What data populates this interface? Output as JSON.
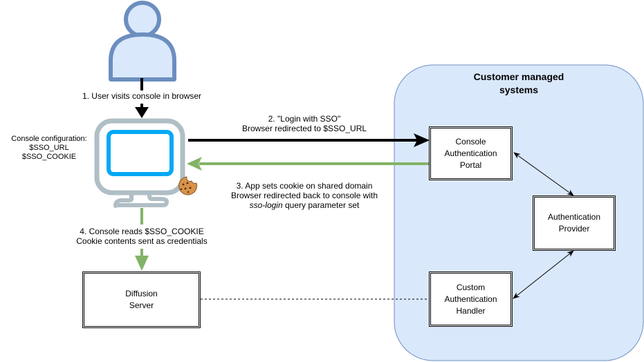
{
  "diagram": {
    "group": {
      "title_line1": "Customer managed",
      "title_line2": "systems",
      "fill": "#dae8fc",
      "stroke": "#6c8ebf"
    },
    "actors": {
      "user": {
        "icon": "user-icon",
        "fill": "#dae8fc",
        "stroke": "#6c8ebf"
      },
      "console": {
        "icon": "monitor-icon",
        "frame": "#b0bec5",
        "screen": "#03a9f4"
      },
      "cookie": {
        "icon": "cookie-icon",
        "fill": "#d9924a"
      }
    },
    "console_config": {
      "line1": "Console configuration:",
      "line2": "$SSO_URL",
      "line3": "$SSO_COOKIE"
    },
    "steps": {
      "step1": {
        "line1": "1. User visits console in browser"
      },
      "step2": {
        "line1": "2. \"Login with SSO\"",
        "line2": "Browser redirected to $SSO_URL"
      },
      "step3": {
        "line1": "3. App sets cookie on shared domain",
        "line2": "Browser redirected back to console with",
        "line3_em": "sso-login",
        "line3_rest": " query parameter set"
      },
      "step4": {
        "line1": "4.  Console reads $SSO_COOKIE",
        "line2": "Cookie contents sent as credentials"
      }
    },
    "nodes": {
      "portal": {
        "line1": "Console",
        "line2": "Authentication",
        "line3": "Portal"
      },
      "provider": {
        "line1": "Authentication",
        "line2": "Provider"
      },
      "handler": {
        "line1": "Custom",
        "line2": "Authentication",
        "line3": "Handler"
      },
      "diffusion": {
        "line1": "Diffusion",
        "line2": "Server"
      }
    },
    "colors": {
      "green_arrow": "#82b366",
      "black_arrow": "#000000"
    }
  }
}
